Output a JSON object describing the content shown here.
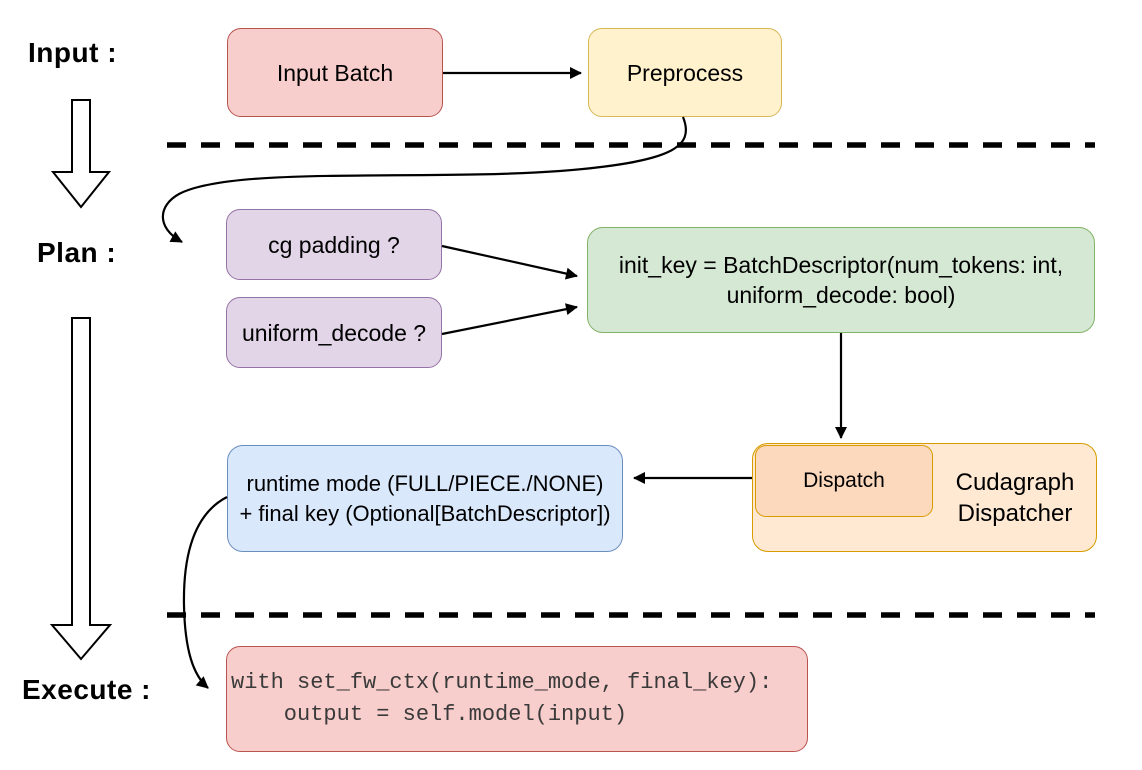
{
  "stages": {
    "input_label": "Input :",
    "plan_label": "Plan :",
    "execute_label": "Execute :"
  },
  "nodes": {
    "input_batch": {
      "label": "Input Batch"
    },
    "preprocess": {
      "label": "Preprocess"
    },
    "cg_padding": {
      "label": "cg padding ?"
    },
    "uniform_decode": {
      "label": "uniform_decode ?"
    },
    "init_key": {
      "line1": "init_key = BatchDescriptor(num_tokens: int,",
      "line2": "uniform_decode: bool)"
    },
    "dispatch": {
      "label": "Dispatch"
    },
    "cudagraph_dispatcher": {
      "line1": "Cudagraph",
      "line2": "Dispatcher"
    },
    "runtime_result": {
      "line1": "runtime mode (FULL/PIECE./NONE)",
      "line2": "+ final key (Optional[BatchDescriptor])"
    },
    "execute_code": {
      "line1": "with set_fw_ctx(runtime_mode, final_key):",
      "line2": "    output = self.model(input)"
    }
  },
  "colors": {
    "red_fill": "#f8cecc",
    "red_stroke": "#b85450",
    "yellow_fill": "#fff2cc",
    "yellow_stroke": "#d6b656",
    "purple_fill": "#e1d5e7",
    "purple_stroke": "#9673a6",
    "green_fill": "#d5e8d4",
    "green_stroke": "#82b366",
    "blue_fill": "#dae8fc",
    "blue_stroke": "#6c8ebf",
    "orange_outer_fill": "#ffe9d2",
    "orange_inner_fill": "#fcd8bd",
    "orange_stroke": "#d79b00",
    "connector": "#000000",
    "code_text": "#3a3a3a"
  }
}
